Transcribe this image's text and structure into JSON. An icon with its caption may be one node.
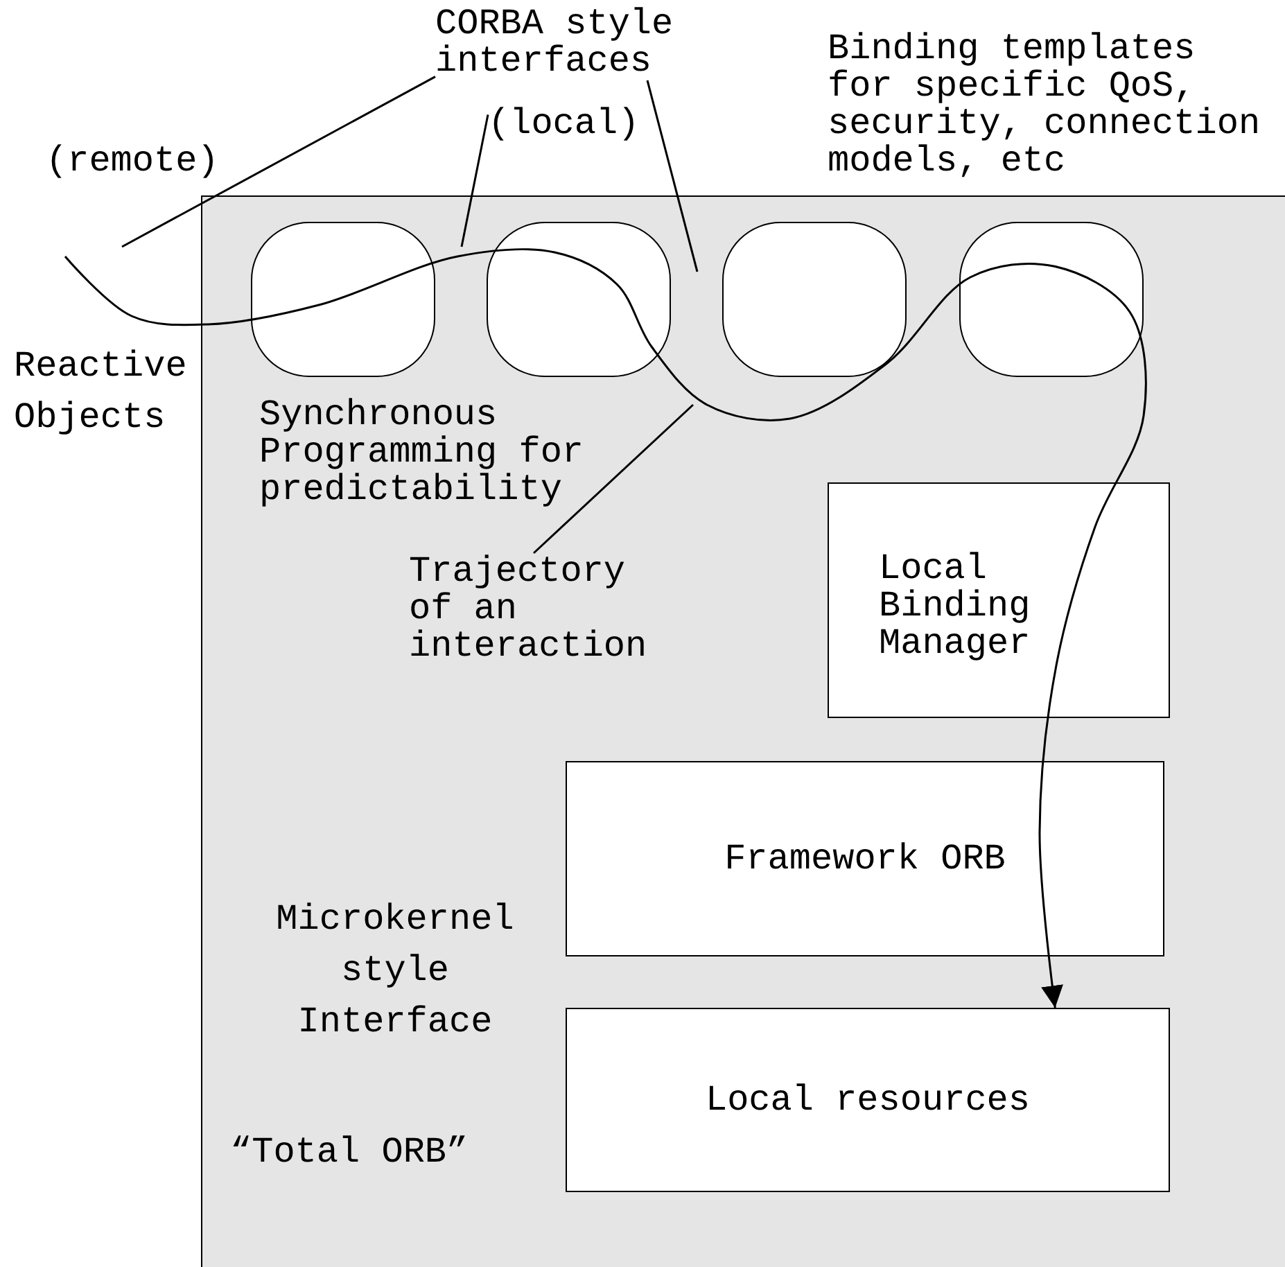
{
  "diagram": {
    "nodes": [
      {
        "text": [
          "“Total ORB”"
        ]
      },
      {
        "text": [],
        "shape": "box",
        "in": 0
      },
      {
        "text": [],
        "shape": "box",
        "in": 0
      },
      {
        "text": [],
        "shape": "box",
        "in": 0
      },
      {
        "text": [],
        "shape": "box",
        "in": 0
      },
      {
        "text": [
          "Local Binding Manager"
        ],
        "in": 0
      },
      {
        "text": [
          "Framework ORB"
        ],
        "in": 0
      },
      {
        "text": [
          "Local resources"
        ],
        "in": 0
      },
      {
        "text": [
          "CORBA style interfaces"
        ]
      },
      {
        "text": [
          "(local)"
        ]
      },
      {
        "text": [
          "Trajectory of an interaction"
        ],
        "in": 0
      }
    ],
    "edges": [
      {
        "from": 8,
        "to": null,
        "arrow": "none"
      },
      {
        "from": 8,
        "to": null,
        "arrow": "none"
      },
      {
        "from": 9,
        "to": null,
        "arrow": "none"
      },
      {
        "from": 10,
        "to": null,
        "arrow": "none"
      },
      {
        "from": null,
        "to": 7,
        "arrow": "to"
      }
    ],
    "labels": [
      "(remote)",
      "Binding templates for specific QoS, security, connection models, etc",
      "Reactive Objects",
      "Synchronous Programming for predictability",
      "Microkernel style Interface"
    ]
  }
}
